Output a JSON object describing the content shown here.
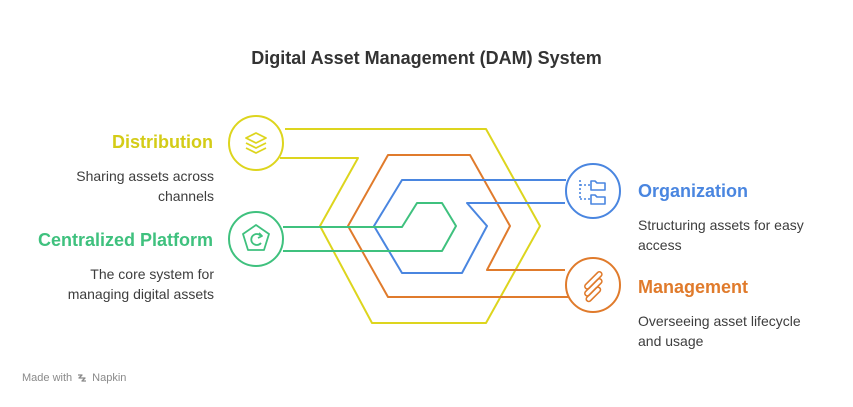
{
  "title": "Digital Asset Management (DAM) System",
  "colors": {
    "yellow": "#DDD51E",
    "green": "#3FC17E",
    "blue": "#4A86E0",
    "orange": "#E07B2C"
  },
  "items": [
    {
      "heading": "Distribution",
      "desc_line1": "Sharing assets across",
      "desc_line2": "channels",
      "icon": "layers-icon"
    },
    {
      "heading": "Centralized Platform",
      "desc_line1": "The core system for",
      "desc_line2": "managing digital assets",
      "icon": "pentagon-refresh-icon"
    },
    {
      "heading": "Organization",
      "desc_line1": "Structuring assets for easy",
      "desc_line2": "access",
      "icon": "folder-tree-icon"
    },
    {
      "heading": "Management",
      "desc_line1": "Overseeing asset lifecycle",
      "desc_line2": "and usage",
      "icon": "brush-tools-icon"
    }
  ],
  "footer": {
    "made_with": "Made with",
    "brand": "Napkin"
  }
}
